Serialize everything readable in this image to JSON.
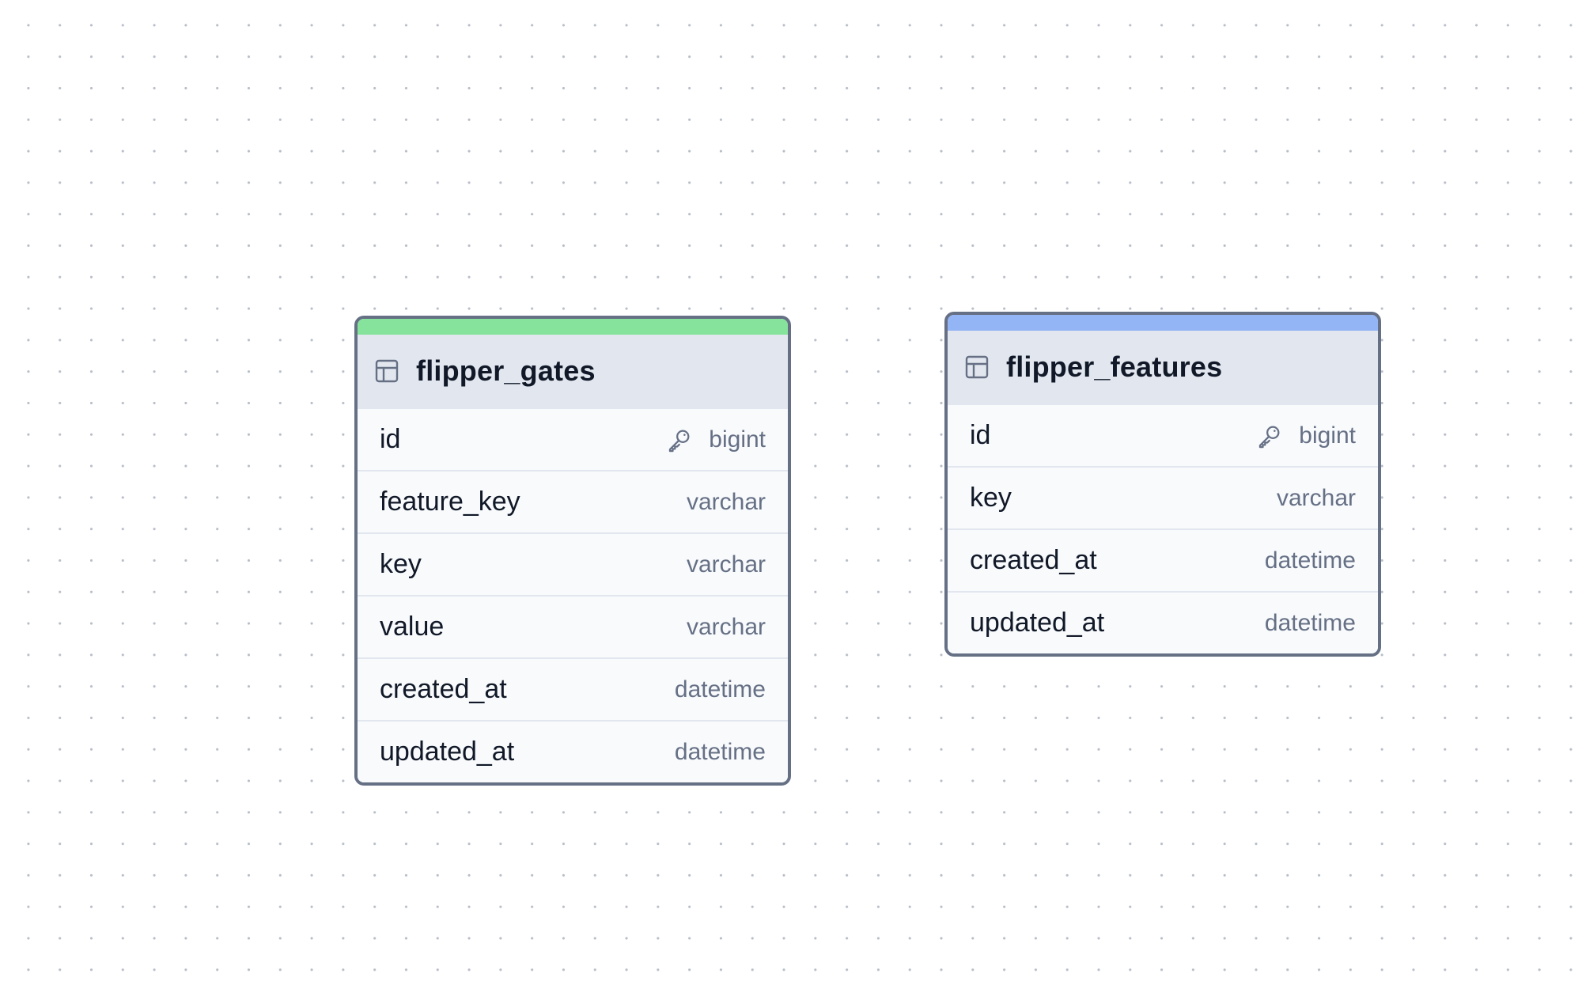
{
  "tables": [
    {
      "id": "gates",
      "name": "flipper_gates",
      "accent_color": "#86e39b",
      "icon": "table-icon",
      "columns": [
        {
          "name": "id",
          "type": "bigint",
          "primary_key": true
        },
        {
          "name": "feature_key",
          "type": "varchar",
          "primary_key": false
        },
        {
          "name": "key",
          "type": "varchar",
          "primary_key": false
        },
        {
          "name": "value",
          "type": "varchar",
          "primary_key": false
        },
        {
          "name": "created_at",
          "type": "datetime",
          "primary_key": false
        },
        {
          "name": "updated_at",
          "type": "datetime",
          "primary_key": false
        }
      ]
    },
    {
      "id": "features",
      "name": "flipper_features",
      "accent_color": "#93b4f5",
      "icon": "table-icon",
      "columns": [
        {
          "name": "id",
          "type": "bigint",
          "primary_key": true
        },
        {
          "name": "key",
          "type": "varchar",
          "primary_key": false
        },
        {
          "name": "created_at",
          "type": "datetime",
          "primary_key": false
        },
        {
          "name": "updated_at",
          "type": "datetime",
          "primary_key": false
        }
      ]
    }
  ],
  "colors": {
    "border": "#667085",
    "header_bg": "#e2e7ef",
    "row_bg": "#f8fafc",
    "type_text": "#667085"
  }
}
